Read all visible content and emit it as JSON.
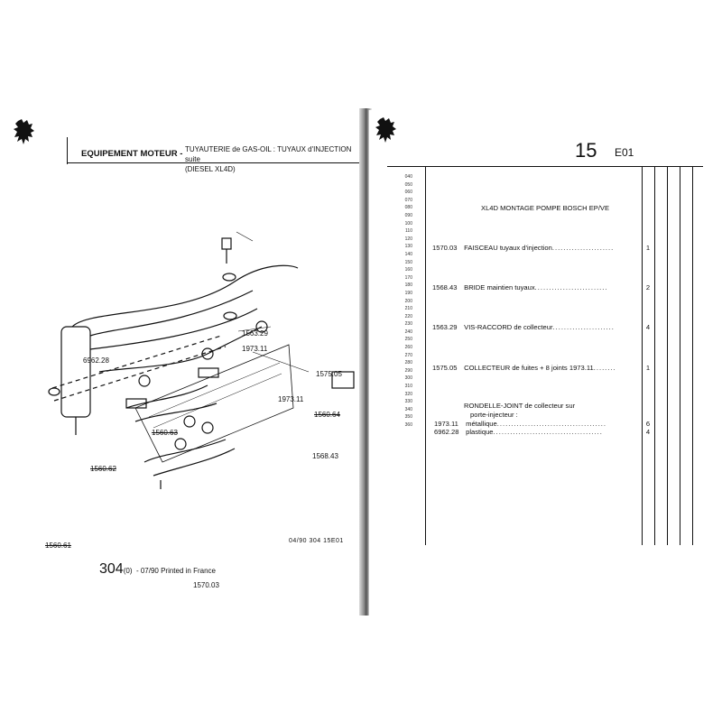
{
  "left_page": {
    "section": "EQUIPEMENT MOTEUR -",
    "subtitle_line1": "TUYAUTERIE de GAS-OIL : TUYAUX d'INJECTION suite",
    "subtitle_line2": "(DIESEL XL4D)",
    "callouts": [
      {
        "text": "1563.29",
        "struck": false
      },
      {
        "text": "1973.11",
        "struck": false
      },
      {
        "text": "6962.28",
        "struck": false
      },
      {
        "text": "1575.05",
        "struck": false
      },
      {
        "text": "1973.11",
        "struck": false
      },
      {
        "text": "1560.64",
        "struck": true
      },
      {
        "text": "1560.63",
        "struck": true
      },
      {
        "text": "1568.43",
        "struck": false
      },
      {
        "text": "1560.62",
        "struck": true
      },
      {
        "text": "1560.61",
        "struck": true
      },
      {
        "text": "1570.03",
        "struck": false
      }
    ],
    "ref_code": "04/90 304 15E01",
    "page_number": "304",
    "page_suffix": "(0)",
    "printed": "- 07/90 Printed in France"
  },
  "right_page": {
    "section_number": "15",
    "section_code": "E01",
    "line_numbers": [
      "040",
      "050",
      "060",
      "070",
      "080",
      "090",
      "100",
      "110",
      "120",
      "130",
      "140",
      "150",
      "160",
      "170",
      "180",
      "190",
      "200",
      "210",
      "220",
      "230",
      "240",
      "250",
      "260",
      "270",
      "280",
      "290",
      "300",
      "310",
      "320",
      "330",
      "340",
      "350",
      "360"
    ],
    "heading": "XL4D MONTAGE POMPE BOSCH EP/VE",
    "entries": [
      {
        "ref": "1570.03",
        "name": "FAISCEAU",
        "desc": "tuyaux d'injection",
        "qty": "1"
      },
      {
        "ref": "1568.43",
        "name": "BRIDE",
        "desc": "maintien tuyaux",
        "qty": "2"
      },
      {
        "ref": "1563.29",
        "name": "VIS-RACCORD",
        "desc": "de collecteur",
        "qty": "4"
      },
      {
        "ref": "1575.05",
        "name": "COLLECTEUR",
        "desc": "de fuites + 8 joints 1973.11",
        "qty": "1"
      }
    ],
    "group": {
      "name": "RONDELLE-JOINT",
      "line1": "de collecteur sur",
      "line2": "porte-injecteur :",
      "items": [
        {
          "ref": "1973.11",
          "desc": "métallique",
          "qty": "6"
        },
        {
          "ref": "6962.28",
          "desc": "plastique",
          "qty": "4"
        }
      ]
    }
  }
}
